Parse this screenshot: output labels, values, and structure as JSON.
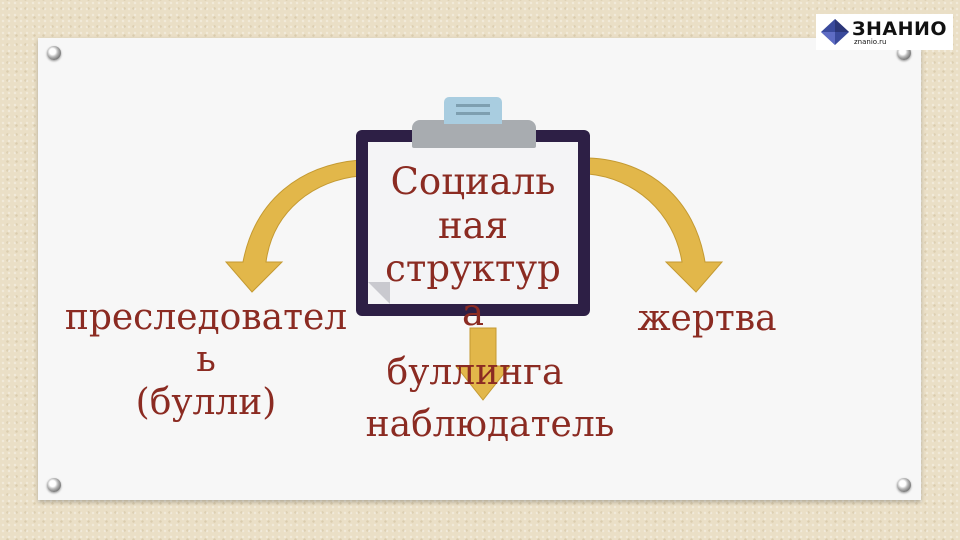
{
  "logo": {
    "title": "ЗНАНИО",
    "subtitle": "znanio.ru"
  },
  "center": {
    "text": "Социаль\nная\nструктур\nа"
  },
  "left": {
    "text": "преследовател\nь\n(булли)"
  },
  "right": {
    "text": "жертва"
  },
  "bottom": {
    "line1": "буллинга",
    "line2": "наблюдатель"
  },
  "colors": {
    "text": "#8b2b22",
    "arrow": "#e2b74a",
    "board": "#2d1f45"
  }
}
